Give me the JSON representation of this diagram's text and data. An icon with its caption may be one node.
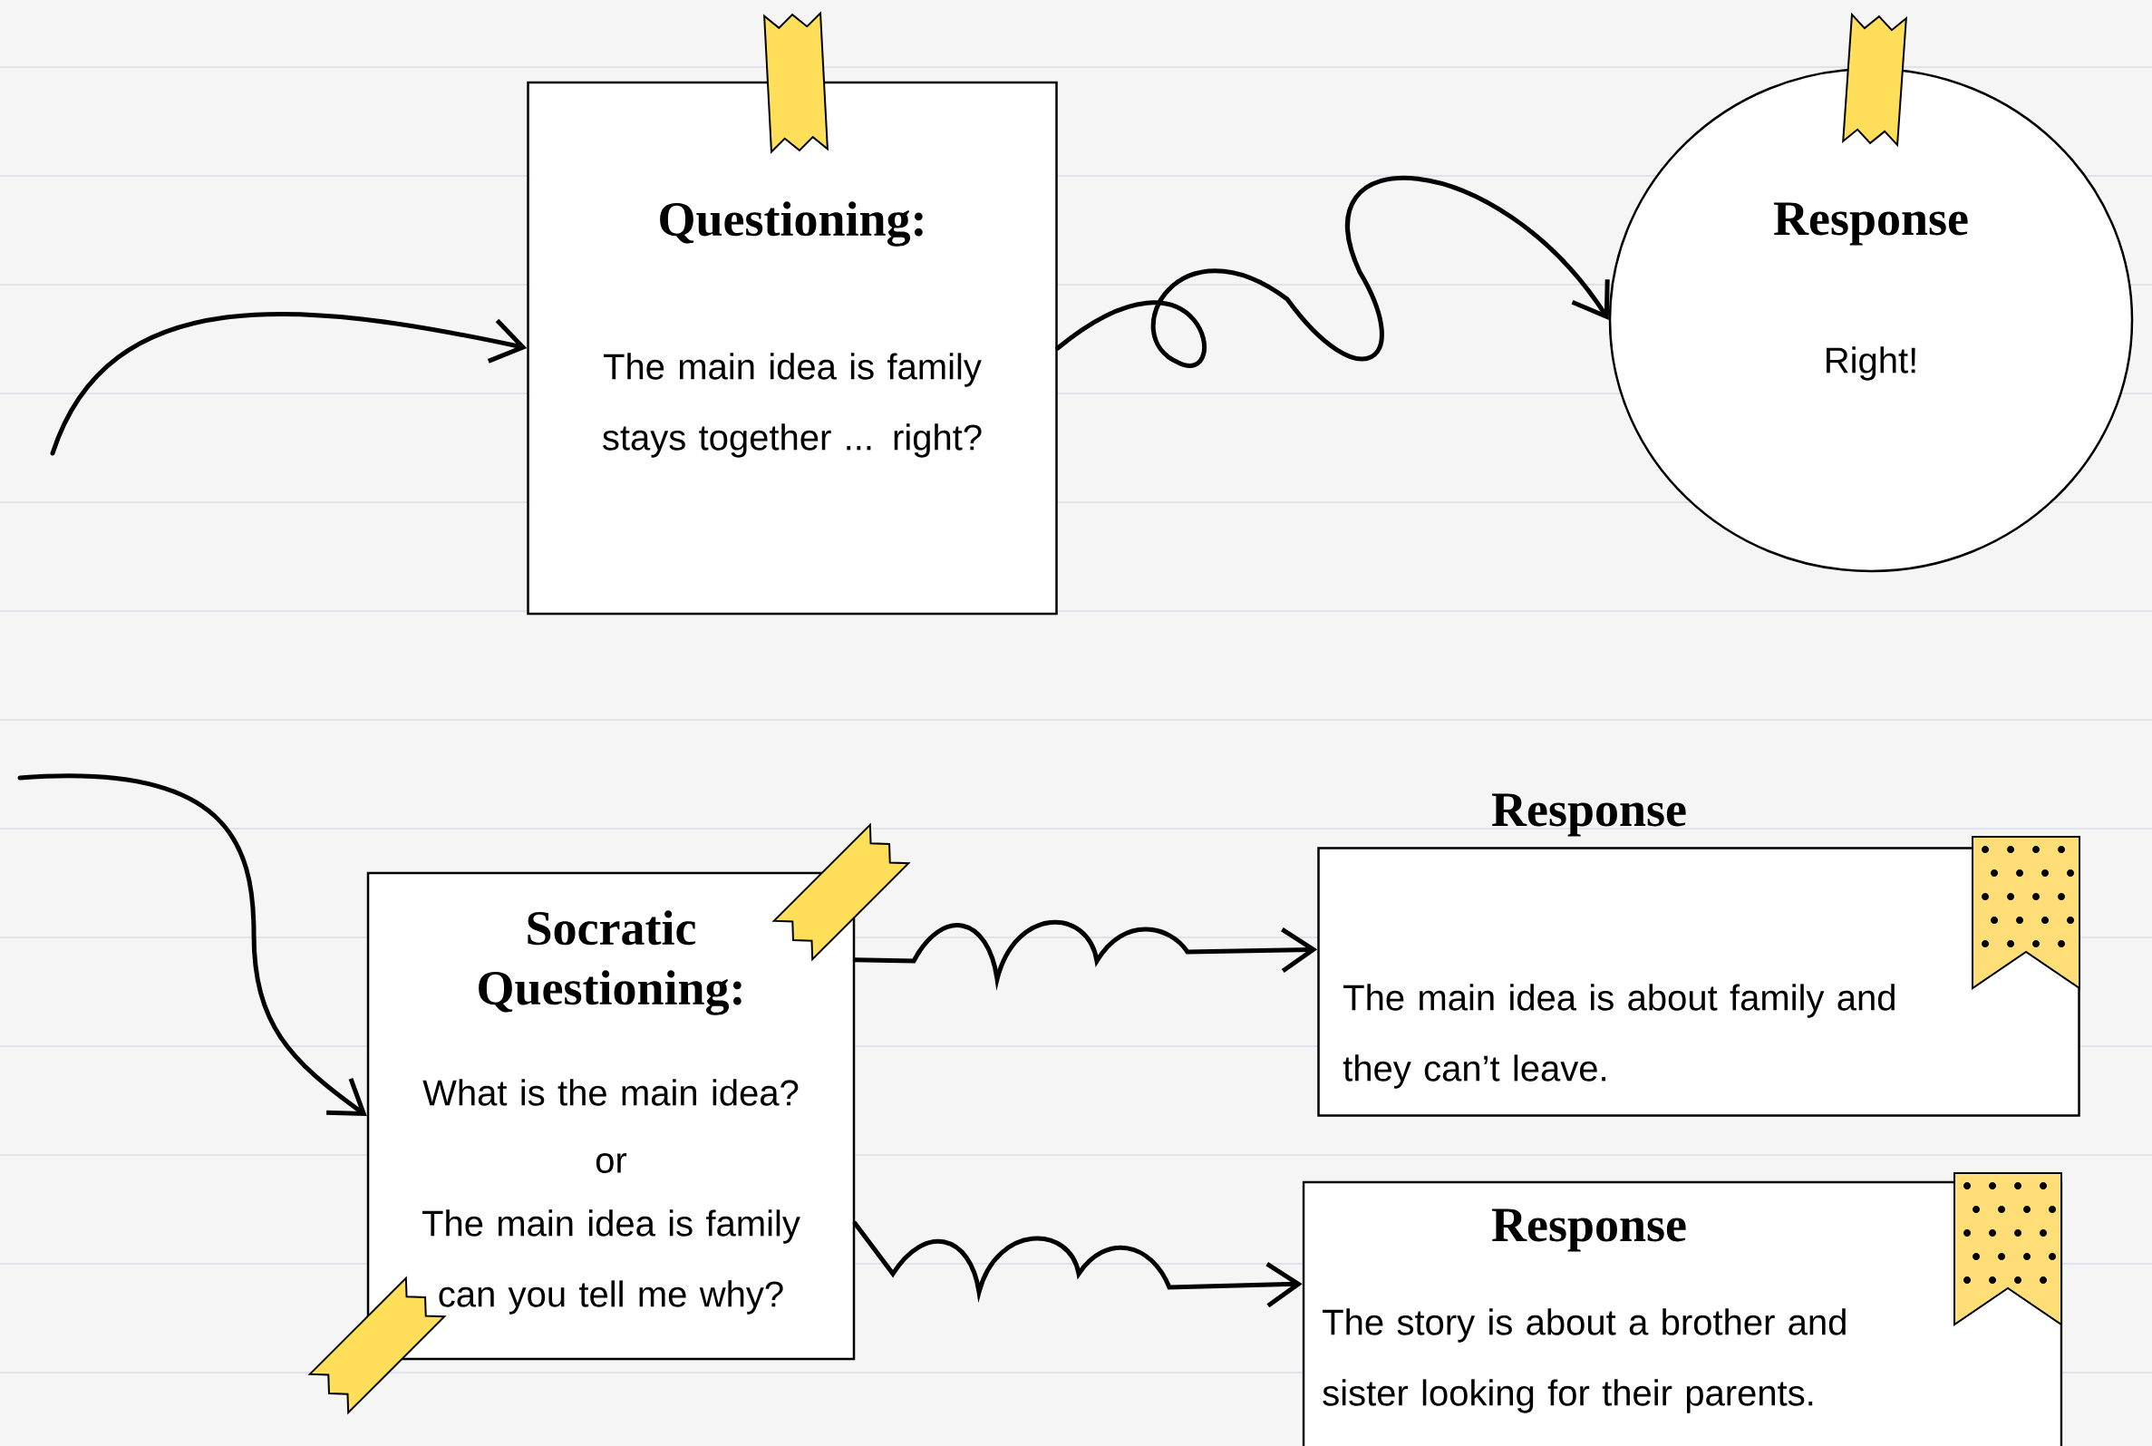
{
  "diagram": {
    "nodes": [
      {
        "text": [
          "Questioning:",
          "The main idea is family stays together ... right?"
        ]
      },
      {
        "text": [
          "Response",
          "Right!"
        ]
      },
      {
        "text": [
          "Socratic Questioning:",
          "What is the main idea?",
          "or",
          "The main idea is family can you tell me why?"
        ]
      },
      {
        "text": [
          "Response",
          "The main idea is about family and they can’t leave."
        ]
      },
      {
        "text": [
          "Response",
          "The story is about a brother and sister looking for their parents."
        ]
      }
    ],
    "edges": [
      {
        "from": null,
        "to": 0,
        "arrow": "to"
      },
      {
        "from": 0,
        "to": 1,
        "arrow": "to"
      },
      {
        "from": null,
        "to": 2,
        "arrow": "to"
      },
      {
        "from": 2,
        "to": 3,
        "arrow": "to"
      },
      {
        "from": 2,
        "to": 4,
        "arrow": "to"
      }
    ]
  }
}
